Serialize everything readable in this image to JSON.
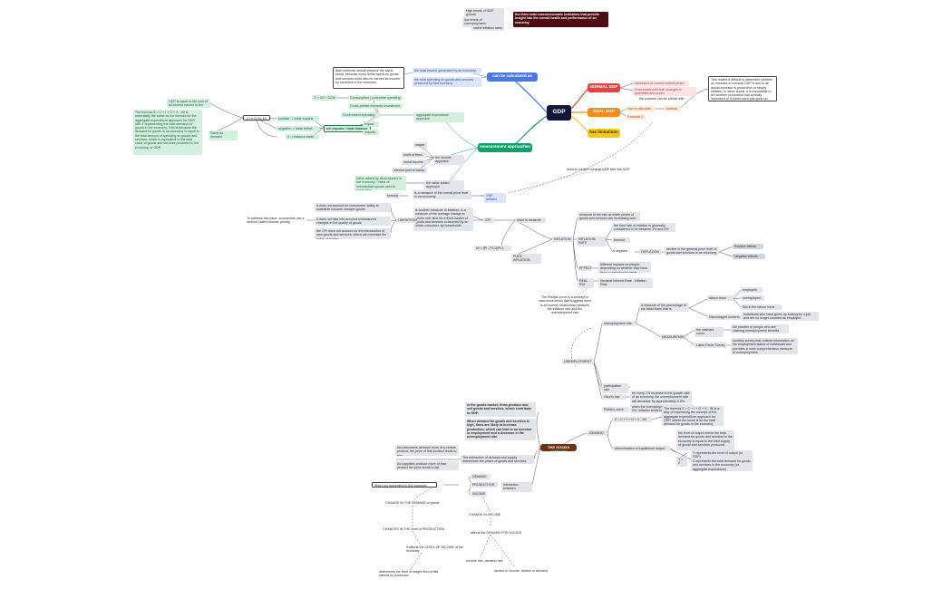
{
  "hubs": {
    "gdp": "GDP",
    "calc": "can be calculated as",
    "measurement": "measurement approaches",
    "nominal": "NORMAL GDP",
    "real": "REAL GDP",
    "limits": "has limitations",
    "goods": "THE GOODS MARKET"
  },
  "indicators": {
    "high_growth": "High levels of GDP growth",
    "low_unemployment": "low levels of unemployment",
    "stable_inflation": "stable inflation rates",
    "note": "the three main macroeconomic indicators that provide insight into the overall health and performance of an economy"
  },
  "calc": {
    "result_note": "Both methods should produce the same result, because every dollar spent on goods and services must also be earned as income by someone in the economy.",
    "income": "the total income generated by an economy,",
    "spending": "the total spending on goods and services produced by that economy"
  },
  "measurement": {
    "c_ig_ccm": "C + I/G + CCM",
    "consumption": "Consumption | consumer spending",
    "gross_investment": "Gross private domestic investment",
    "government": "Government spending",
    "net_exports": "net exports / trade balance",
    "export": "export",
    "imports": "imports",
    "positive": "positive -> trade surplus",
    "negative": "negative -> trade deficit",
    "zero": "0 -> balance trade",
    "aggregate": "aggregate expenditure approach",
    "wages": "wages",
    "profit": "profit of firms",
    "rental": "rental income",
    "interest": "interest paid to banks",
    "income_approach": "the income approach",
    "value_added_note": "Value added by all producers in the economy : Value of intermediate goods used in production",
    "value_added": "the value added approach"
  },
  "formula": {
    "cig": "C+I+G+(X-M)",
    "same_demand": "Same as demand",
    "gdp_sum": "GDP is equal to the sum of all income earned in the economy.",
    "long_note": "The formula Z = C + I + G + X - IM is essentially the same as the formula for the aggregate expenditure approach for GDP, with Z representing the total demand for goods in the economy. This is because the demand for goods in an economy is equal to the total amount of spending on goods and services, which is equivalent to the total value of goods and services produced in the economy, or GDP."
  },
  "nominal": {
    "current": "calculated at current market prices",
    "increases": "it increases with both changes in quantities and prices"
  },
  "real": {
    "how": "how to calculate",
    "formula": "formula",
    "note": "This makes it difficult to determine whether an increase in nominal GDP is due to an actual increase in production or simply inflation. In other words, it is impossible to tell whether production has actually increased or if prices have just gone up.",
    "problem": "the problem can be solved with",
    "footnote": "Footnote 2",
    "convert": "used to convert nominal GDP into real GDP"
  },
  "deflator": {
    "formula_label": "formula",
    "gdp_deflator": "GDP deflator",
    "measure": "is a measure of the overall price level in an economy.",
    "cpi_note": "is another measure of inflation, is a measure of the average change in prices over time for a fixed basket of goods and services consumed by an urban consumer, by households.",
    "cpi": "CPI",
    "used": "used to measure",
    "limitations": "LIMITATIONS",
    "lim1": "it does not account for consumers' ability to substitute towards cheaper goods",
    "lim2": "it does not take into account unmeasured changes in the quality of goods",
    "lim3": "the CPI does not account for the introduction of new goods and services, which can increase the value of money",
    "address": "To address this issue, economists use a method called hedonic pricing.",
    "pi_formula": "πt = (Pt - Pt-1)/Pt-1",
    "pure_inflation": "PURE INFLATION"
  },
  "inflation": {
    "label": "INFLATION",
    "measure": "measure of the rate at which prices of goods and services are increasing over time",
    "rate": "INFLATION RATE",
    "best_rate": "the best rate of inflation is generally considered to be between 1% and 3%",
    "formula": "formula",
    "if_negative": "if negative",
    "deflation": "DEFLATION",
    "decline": "decline in the general price level of goods and services in an economy",
    "positive_effects": "Positive effects",
    "negative_effects": "Negative effects",
    "effects": "EFFECTS",
    "effects_note": "different impacts on people, depending on whether they have fixed or adjusted incomes",
    "real_roi": "REAL ROI",
    "nominal_interest": "Nominal Interest Rate - Inflation Rate",
    "phillips_note": "The Phillips curve is a concept in macroeconomics that suggests there is an inverse relationship between the inflation rate and the unemployment rate"
  },
  "unemployment": {
    "label": "UNEMPLOYMENT",
    "rate": "unemployment rate",
    "measure": "a measure of the percentage of the labor force that is unemployed",
    "labour_force": "labour force",
    "employed": "employed",
    "unemployed": "unemployed",
    "not_in": "Not in the labour force",
    "discouraged": "Discouraged workers",
    "discouraged_note": "individuals who have given up looking for a job and are no longer counted as employed",
    "measurement": "MEASUREMENT",
    "claimant": "the claimant count",
    "claimant_note": "the number of people who are claiming unemployment benefits",
    "lfs": "Labor Force Survey",
    "lfs_note": "monthly survey that collects information on the employment status of individuals and provides a more comprehensive measure of unemployment",
    "participation": "participation rate",
    "okun": "Okun's law",
    "okun_note": "for every 1% increase in the growth rate of an economy, the unemployment rate will decrease by approximately 0.5%",
    "phillips": "Phillip's curve",
    "phillips_note": "when the unemployment rate is above 5%, inflation tends to be above 2%"
  },
  "goods": {
    "desc1": "In the goods market, firms produce and sell goods and services, which contribute to GDP.",
    "desc2": "When demand for goods and services is high, firms are likely to increase production, which can lead to an increase in employment and a decrease in the unemployment rate.",
    "consumer_note": "As consumers demand more of a certain product, the price of that product tends to rise.",
    "supplier_note": "As suppliers produce more of that product the price tends to fall.",
    "interaction_note": "The interaction of demand and supply determines the prices of goods and services.",
    "demand_label": "DEMAND",
    "production": "PRODUCTION",
    "income": "INCOME",
    "interaction": "interaction between",
    "short_run": "Short run movement in the economy",
    "change_demand": "CHANGE IN THE DEMAND of goods",
    "change_production": "CHANGES IN THE level of PRODUCTION",
    "affects_level": "It affects the LEVEL OF INCOME of the economy",
    "determines_wages": "determines the level of wages and profits earned by producers",
    "change_income": "CHANGE IN INCOME",
    "affects_demand": "affects the DEMAND FOR GOODS",
    "income_rise": "Income rise, demand rise",
    "decline_income": "decline in income, decline in demand",
    "demand_right": "DEMAND",
    "z_formula": "Z = C + I + G + X - IM",
    "z_note": "The formula Z = C + I + G + X - IM is a way of expressing the concept of the aggregate expenditure approach for GDP, where the focus is on the total demand for goods in the economy",
    "equilibrium": "determination of equilibrium output",
    "equilibrium_note": "the level of output where the total demand for goods and services in the economy is equal to the total supply of goods and services produced.",
    "y_eq_z": "Y = Z",
    "y_note": "Y represents the level of output (or GDP)",
    "z_desc": "Z represents the total demand for goods and services in the economy (or aggregate expenditure)"
  }
}
